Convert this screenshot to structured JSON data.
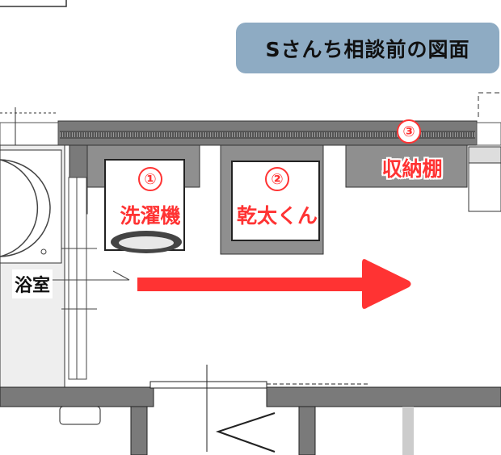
{
  "title": "Sさんち相談前の図面",
  "labels": {
    "washer_num": "①",
    "washer": "洗濯機",
    "dryer_num": "②",
    "dryer": "乾太くん",
    "shelf_num": "③",
    "shelf": "収納棚",
    "bath": "浴室"
  },
  "colors": {
    "accent": "#ff3333",
    "title_bg": "#8eabc3",
    "wall": "#7a7a7a"
  }
}
